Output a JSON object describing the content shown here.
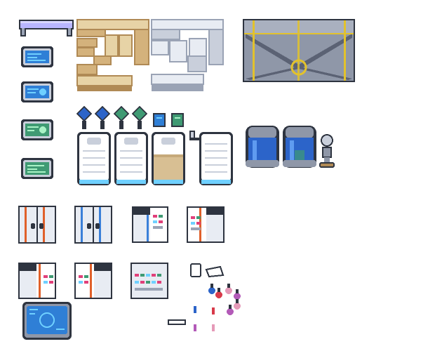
{
  "sheet": {
    "background": "#ffffff",
    "palette": {
      "outline": "#2e3440",
      "panel_light": "#e8ecf3",
      "panel_mid": "#c9cfdb",
      "panel_dark": "#9aa3b5",
      "wood_light": "#e7d3a6",
      "wood_mid": "#d4b27c",
      "wood_dark": "#b08a55",
      "screen_blue": "#2f7fd6",
      "screen_glow": "#6fd0ff",
      "screen_green": "#3f9a73",
      "tank_blue": "#2c64c9",
      "accent_orange": "#e0602a",
      "accent_blue": "#3a7fd8",
      "gold": "#e2c22c",
      "door_gray": "#8f97a8",
      "bed_tan": "#d8bf93",
      "lavender": "#b9b6ff"
    },
    "sprites": [
      {
        "name": "lavender-table-top",
        "kind": "table"
      },
      {
        "name": "wood-counter-set",
        "kind": "counter"
      },
      {
        "name": "metal-counter-set",
        "kind": "counter"
      },
      {
        "name": "blast-door-panel",
        "kind": "door"
      },
      {
        "name": "wall-monitor-blue-1",
        "kind": "monitor"
      },
      {
        "name": "wall-monitor-blue-2",
        "kind": "monitor"
      },
      {
        "name": "wall-monitor-green-1",
        "kind": "monitor"
      },
      {
        "name": "wall-monitor-green-2",
        "kind": "monitor"
      },
      {
        "name": "crystal-diamond-blue-1",
        "kind": "crystal"
      },
      {
        "name": "crystal-diamond-blue-2",
        "kind": "crystal"
      },
      {
        "name": "crystal-diamond-green-1",
        "kind": "crystal"
      },
      {
        "name": "crystal-diamond-green-2",
        "kind": "crystal"
      },
      {
        "name": "mini-screen-blue",
        "kind": "monitor"
      },
      {
        "name": "mini-screen-green",
        "kind": "monitor"
      },
      {
        "name": "medical-bed-1",
        "kind": "bed"
      },
      {
        "name": "medical-bed-2",
        "kind": "bed"
      },
      {
        "name": "medical-bed-3-tan",
        "kind": "bed"
      },
      {
        "name": "medical-bed-4-lamp",
        "kind": "bed"
      },
      {
        "name": "stasis-tank-1",
        "kind": "tank"
      },
      {
        "name": "stasis-tank-2",
        "kind": "tank"
      },
      {
        "name": "hologram-pedestal",
        "kind": "pedestal"
      },
      {
        "name": "locker-orange",
        "kind": "locker"
      },
      {
        "name": "locker-blue",
        "kind": "locker"
      },
      {
        "name": "cabinet-blue-stripe",
        "kind": "cabinet"
      },
      {
        "name": "cabinet-orange-stripe",
        "kind": "cabinet"
      },
      {
        "name": "cabinet-orange-tall",
        "kind": "cabinet"
      },
      {
        "name": "cabinet-orange-wide",
        "kind": "cabinet"
      },
      {
        "name": "shelf-supplies",
        "kind": "shelf"
      },
      {
        "name": "holo-console",
        "kind": "console"
      },
      {
        "name": "paper-card",
        "kind": "item"
      },
      {
        "name": "paper-sheet",
        "kind": "item"
      },
      {
        "name": "flask-cluster",
        "kind": "item"
      },
      {
        "name": "vial-set",
        "kind": "item"
      },
      {
        "name": "slide-tray",
        "kind": "item"
      }
    ]
  }
}
